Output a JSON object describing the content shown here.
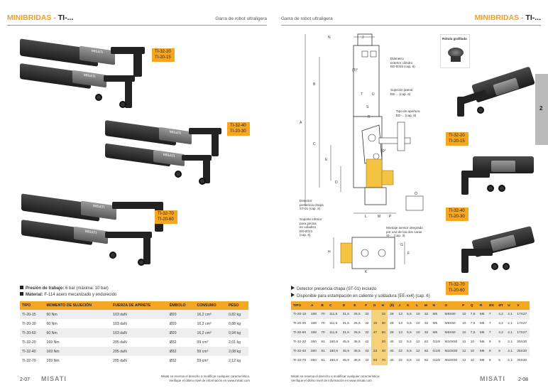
{
  "left": {
    "brand_prefix": "MINIBRIDAS - ",
    "brand_suffix": "TI-...",
    "subtitle": "Garra de robot ultraligera",
    "tags": [
      [
        "TI-32-20",
        "TI-20-15"
      ],
      [
        "TI-32-40",
        "TI-20-30"
      ],
      [
        "TI-32-70",
        "TI-20-60"
      ]
    ],
    "plate_text": "MISATI",
    "notes": {
      "pressure_label": "Presión de trabajo:",
      "pressure_value": " 6 bar (máxima: 10 bar)",
      "material_label": "Material:",
      "material_value": " F-114 acero mecanizado y endurecido"
    },
    "table": {
      "headers": [
        "TIPO",
        "MOMENTO DE SUJECIÓN",
        "FUERZA DE APRIETE",
        "ÉMBOLO",
        "CONSUMO",
        "PESO"
      ],
      "rows": [
        [
          "TI-20-15",
          "60 Nm",
          "103 daN",
          "Ø20",
          "16,2 cm³",
          "0,82 kg"
        ],
        [
          "TI-20-30",
          "60 Nm",
          "103 daN",
          "Ø20",
          "16,2 cm³",
          "0,88 kg"
        ],
        [
          "TI-20-60",
          "60 Nm",
          "103 daN",
          "Ø20",
          "16,2 cm³",
          "0,94 kg"
        ],
        [
          "TI-32-20",
          "169 Nm",
          "205 daN",
          "Ø32",
          "59 cm³",
          "2,01 kg"
        ],
        [
          "TI-32-40",
          "169 Nm",
          "205 daN",
          "Ø32",
          "59 cm³",
          "2,08 kg"
        ],
        [
          "TI-32-70",
          "169 Nm",
          "205 daN",
          "Ø32",
          "59 cm³",
          "2,12 kg"
        ]
      ]
    },
    "page_number": "2-07",
    "logo": "MISATI",
    "disclaimer_1": "Misati se reserva el derecho a modificar cualquier característica.",
    "disclaimer_2": "Verifique el último nivel de información en www.misati.com"
  },
  "right": {
    "subtitle": "Garra de robot ultraligera",
    "brand_prefix": "MINIBRIDAS - ",
    "brand_suffix": "TI-...",
    "side_tab": "2",
    "drawing_labels": {
      "n": "N",
      "j": "J",
      "b": "B",
      "a": "A",
      "c": "C",
      "e": "E",
      "d": "D",
      "h": "H",
      "l": "L",
      "m": "M",
      "p": "P",
      "o": "O",
      "s": "S",
      "r": "R",
      "u": "U",
      "t": "T",
      "g": "G",
      "f": "F",
      "k": "K",
      "angle1": "90°",
      "angle_top": "(θ)°",
      "diametro": "Diámetro\nexterior cilindro",
      "diametro_ref": "EE-0015 (cap. 6)",
      "sujecion": "Sujeción lateral\nEE-... (cap. 6)",
      "tipo_apertura": "Tipo de apertura\nEE-... (cap. 6)",
      "detector": "Detector\npresencia chapa\nST-01 (cap. 3)",
      "soporte": "Soporte inferior\npara piezas\nen voladizo\nEE-0013\n(cap. 6)",
      "montaje": "Montaje sensor integrado\npor una de las dos caras\nSI-... (cap. 3)",
      "rotula": "Rótula grafilada"
    },
    "tags": [
      [
        "TI-32-20",
        "TI-20-15"
      ],
      [
        "TI-32-40",
        "TI-20-30"
      ],
      [
        "TI-32-70",
        "TI-20-60"
      ]
    ],
    "notes": {
      "detector": "Detector presencia chapa (ST-01) incluido",
      "disponible": "Disponible para estampación en caliente y soldadura (EE-xx4) (cap. 6)"
    },
    "table": {
      "headers": [
        "TIPO",
        "A",
        "B",
        "C",
        "D",
        "E",
        "F",
        "G",
        "H",
        "(θ)",
        "J",
        "K",
        "L",
        "M",
        "N",
        "O",
        "P",
        "Q",
        "R",
        "ØS",
        "ØT",
        "U",
        "V"
      ],
      "rows": [
        [
          "TI-20-15",
          "188",
          "70",
          "111,5",
          "31,5",
          "26,5",
          "32",
          "",
          "15",
          "28",
          "13",
          "5,5",
          "10",
          "32",
          "M5",
          "M8X60",
          "10",
          "7,5",
          "M5",
          "7",
          "4,2",
          "2,1",
          "17X27"
        ],
        [
          "TI-20-30",
          "188",
          "70",
          "111,5",
          "31,5",
          "26,5",
          "32",
          "19",
          "30",
          "28",
          "13",
          "5,5",
          "10",
          "32",
          "M5",
          "M8X60",
          "10",
          "7,5",
          "M5",
          "7",
          "4,2",
          "2,1",
          "17X27"
        ],
        [
          "TI-20-60",
          "188",
          "70",
          "111,5",
          "31,5",
          "26,5",
          "32",
          "47",
          "60",
          "28",
          "13",
          "5,5",
          "10",
          "32",
          "M5",
          "M8X60",
          "10",
          "7,5",
          "M5",
          "7",
          "4,2",
          "2,1",
          "17X27"
        ],
        [
          "TI-32-20",
          "260",
          "91",
          "160,6",
          "45,9",
          "36,5",
          "42",
          "",
          "20",
          "40",
          "22",
          "5,5",
          "12",
          "62",
          "G1/8",
          "M10X50",
          "12",
          "10",
          "M6",
          "9",
          "5",
          "2,1",
          "25X30"
        ],
        [
          "TI-32-40",
          "260",
          "91",
          "160,6",
          "45,9",
          "36,5",
          "42",
          "23",
          "40",
          "40",
          "22",
          "5,5",
          "12",
          "62",
          "G1/8",
          "M10X50",
          "12",
          "10",
          "M6",
          "9",
          "5",
          "2,1",
          "25X30"
        ],
        [
          "TI-32-70",
          "260",
          "91",
          "160,6",
          "45,9",
          "36,5",
          "42",
          "53",
          "70",
          "40",
          "22",
          "5,5",
          "12",
          "62",
          "G1/8",
          "M10X50",
          "12",
          "10",
          "M6",
          "9",
          "5",
          "2,1",
          "25X30"
        ]
      ]
    },
    "page_number": "2-08",
    "logo": "MISATI",
    "disclaimer_1": "Misati se reserva el derecho a modificar cualquier característica.",
    "disclaimer_2": "Verifique el último nivel de información en www.misati.com"
  }
}
